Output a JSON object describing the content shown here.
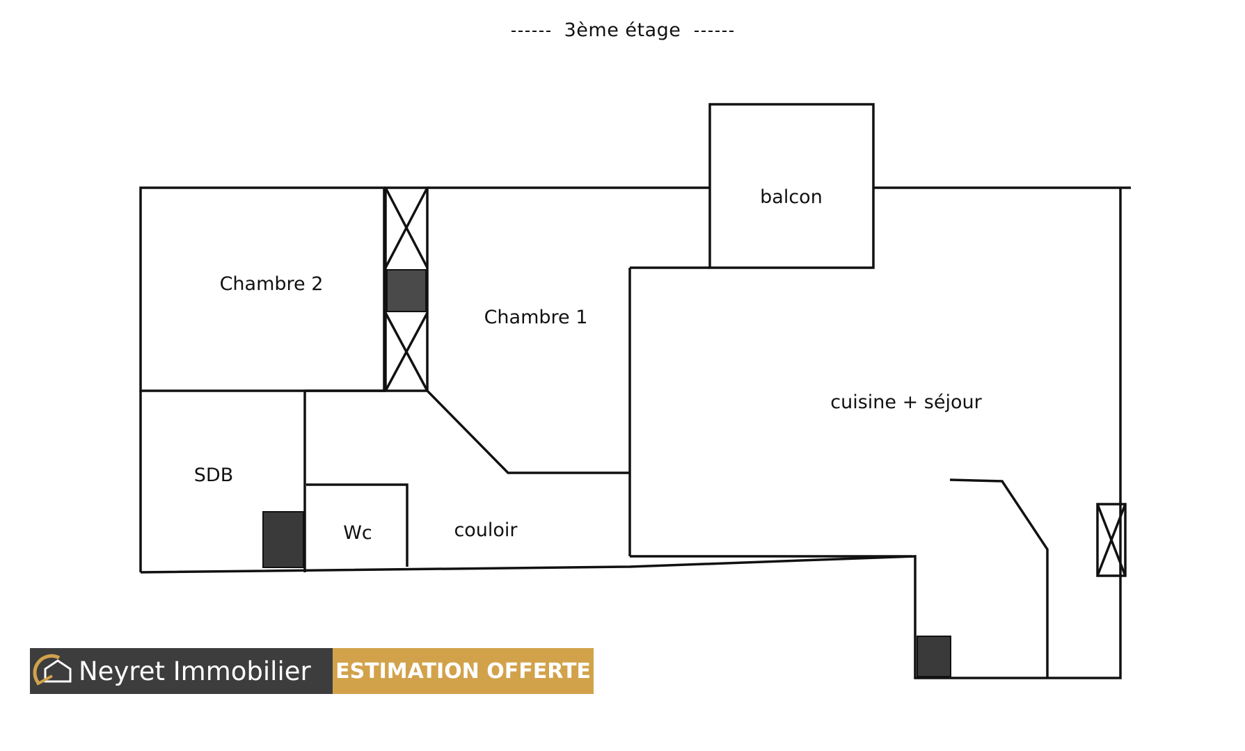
{
  "floor": {
    "title": "3ème étage"
  },
  "rooms": {
    "chambre2": "Chambre 2",
    "chambre1": "Chambre 1",
    "balcon": "balcon",
    "sejour": "cuisine + séjour",
    "sdb": "SDB",
    "wc": "Wc",
    "couloir": "couloir"
  },
  "banner": {
    "brand_name": "Neyret Immobilier",
    "cta_label": "ESTIMATION OFFERTE",
    "brand_color": "#3d3d3d",
    "cta_color": "#d2a24b",
    "logo_icon": "house-arc-logo-icon"
  }
}
